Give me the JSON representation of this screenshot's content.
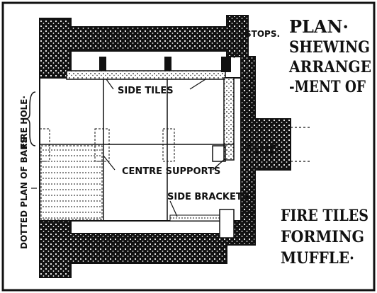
{
  "title_lines": [
    "PLAN·",
    "SHEWING",
    "ARRANGE",
    "-MENT OF"
  ],
  "footer_lines": [
    "FIRE TILES",
    "FORMING",
    "MUFFLE·"
  ],
  "labels": {
    "stops": "STOPS.",
    "side_tiles": "SIDE TILES",
    "fire_hole": "FIRE HOLE·",
    "dotted_plan": "DOTTED PLAN OF BARS",
    "flue": "FLUE·",
    "centre_supports": "CENTRE SUPPORTS",
    "side_brackets": "SIDE BRACKETS"
  },
  "colors": {
    "ink": "#111111",
    "paper": "#ffffff"
  }
}
